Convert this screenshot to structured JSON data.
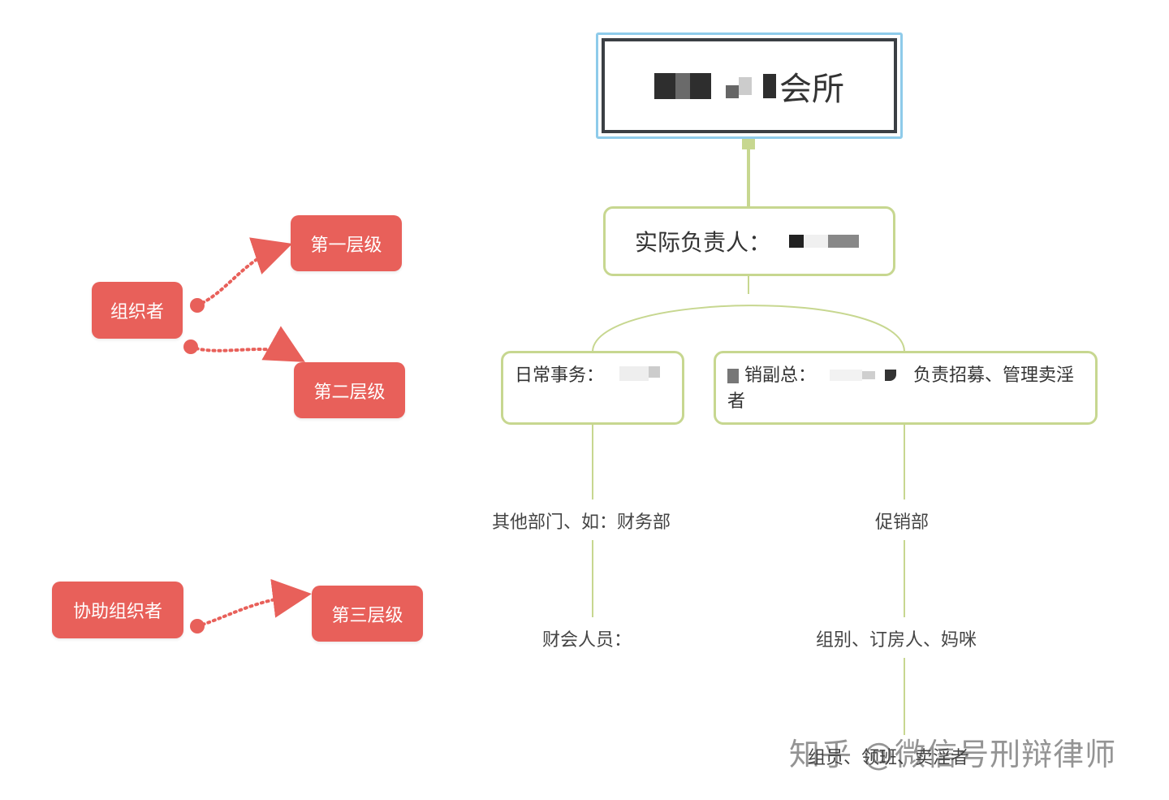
{
  "legend": {
    "organizer": "组织者",
    "assistant_organizer": "协助组织者",
    "level1": "第一层级",
    "level2": "第二层级",
    "level3": "第三层级"
  },
  "tree": {
    "root_suffix": "会所",
    "person_in_charge_label": "实际负责人：",
    "daily_affairs_label": "日常事务：",
    "vp_label": "销副总：",
    "vp_duty": "负责招募、管理卖淫",
    "vp_duty_cont": "者",
    "other_dept": "其他部门、如：财务部",
    "promotion_dept": "促销部",
    "finance_staff": "财会人员：",
    "groups": "组别、订房人、妈咪",
    "bottom_partial": "组员、领班、卖淫者"
  },
  "watermark": "知乎 @微信号刑辩律师",
  "colors": {
    "legend_red": "#e8605a",
    "node_border": "#c7d790",
    "root_outer": "#8ecbea",
    "root_inner": "#3b3f44"
  }
}
